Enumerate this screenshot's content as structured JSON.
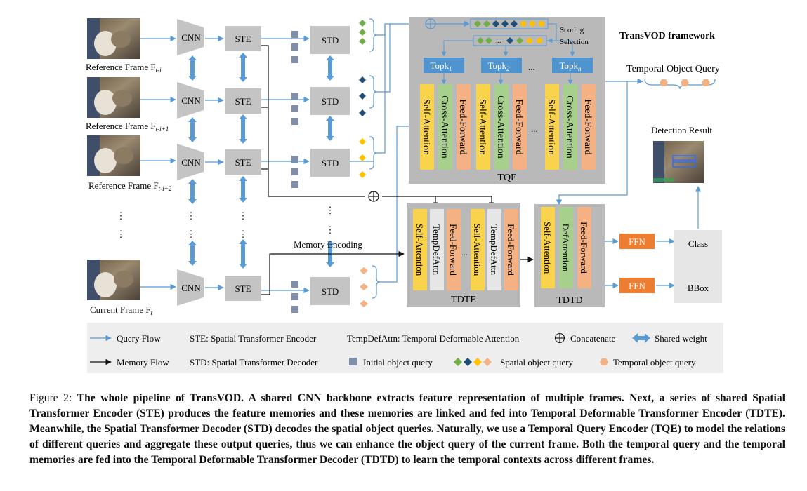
{
  "frames": [
    {
      "label": "Reference Frame F",
      "sub": "t-i"
    },
    {
      "label": "Reference Frame F",
      "sub": "t-i+1"
    },
    {
      "label": "Reference Frame F",
      "sub": "t-i+2"
    },
    {
      "label": "Current Frame F",
      "sub": "t"
    }
  ],
  "blocks": {
    "cnn": "CNN",
    "ste": "STE",
    "std": "STD",
    "memory_encoding": "Memory  Encoding",
    "ellipsis": "⋮",
    "hdots": "..."
  },
  "tqe": {
    "title": "TQE",
    "scoring": "Scoring",
    "selection": "Selection",
    "topk": [
      {
        "label": "Topk",
        "sub": "1"
      },
      {
        "label": "Topk",
        "sub": "2"
      },
      {
        "label": "Topk",
        "sub": "n"
      }
    ],
    "layers": [
      "Self-Attention",
      "Cross-Attention",
      "Feed-Forward"
    ]
  },
  "framework_title": "TransVOD framework",
  "temporal_object_query": "Temporal Object Query",
  "detection_result": "Detection Result",
  "tdte": {
    "title": "TDTE",
    "layers": [
      "Self-Attention",
      "TempDefAttn",
      "Feed-Forward"
    ]
  },
  "tdtd": {
    "title": "TDTD",
    "layers": [
      "Self-Attention",
      "DefAttention",
      "Feed-Forward"
    ]
  },
  "heads": {
    "ffn": "FFN",
    "class": "Class",
    "bbox": "BBox"
  },
  "legend": {
    "query_flow": "Query Flow",
    "memory_flow": "Memory Flow",
    "ste_def": "STE: Spatial Transformer Encoder",
    "std_def": "STD: Spatial Transformer Decoder",
    "tempdefattn_def": "TempDefAttn: Temporal Deformable Attention",
    "initial_query": "Initial object query",
    "concatenate": "Concatenate",
    "spatial_query": "Spatial object query",
    "shared_weight": "Shared weight",
    "temporal_query": "Temporal object query"
  },
  "caption": {
    "lead": "Figure 2: ",
    "body": "The whole pipeline of TransVOD. A shared CNN backbone extracts feature representation of multiple frames. Next, a series of shared Spatial Transformer Encoder (STE) produces the feature memories and these memories are linked and fed into Temporal Deformable Transformer Encoder (TDTE). Meanwhile, the Spatial Transformer Decoder (STD) decodes the spatial object queries. Naturally, we use a Temporal Query Encoder (TQE) to model the relations of different queries and aggregate these output queries, thus we can enhance the object query of the current frame. Both the temporal query and the temporal memories are fed into the Temporal Deformable Transformer Decoder (TDTD) to learn the temporal contexts across different frames."
  },
  "colors": {
    "block_gray": "#c4c4c4",
    "panel_gray": "#b9b9b9",
    "query_blue": "#5b9bd5",
    "topk_blue": "#4f93cf",
    "self_attention": "#f9d34c",
    "cross_attention": "#a8d08d",
    "feed_forward": "#f4b183",
    "tempdef": "#e7e6e6",
    "ffn_orange": "#ed7d31",
    "diamond_green": "#70ad47",
    "diamond_navy": "#1f4e79",
    "diamond_yellow": "#ffc000",
    "temporal_hex": "#f4b183",
    "init_query": "#7f8fa9"
  }
}
